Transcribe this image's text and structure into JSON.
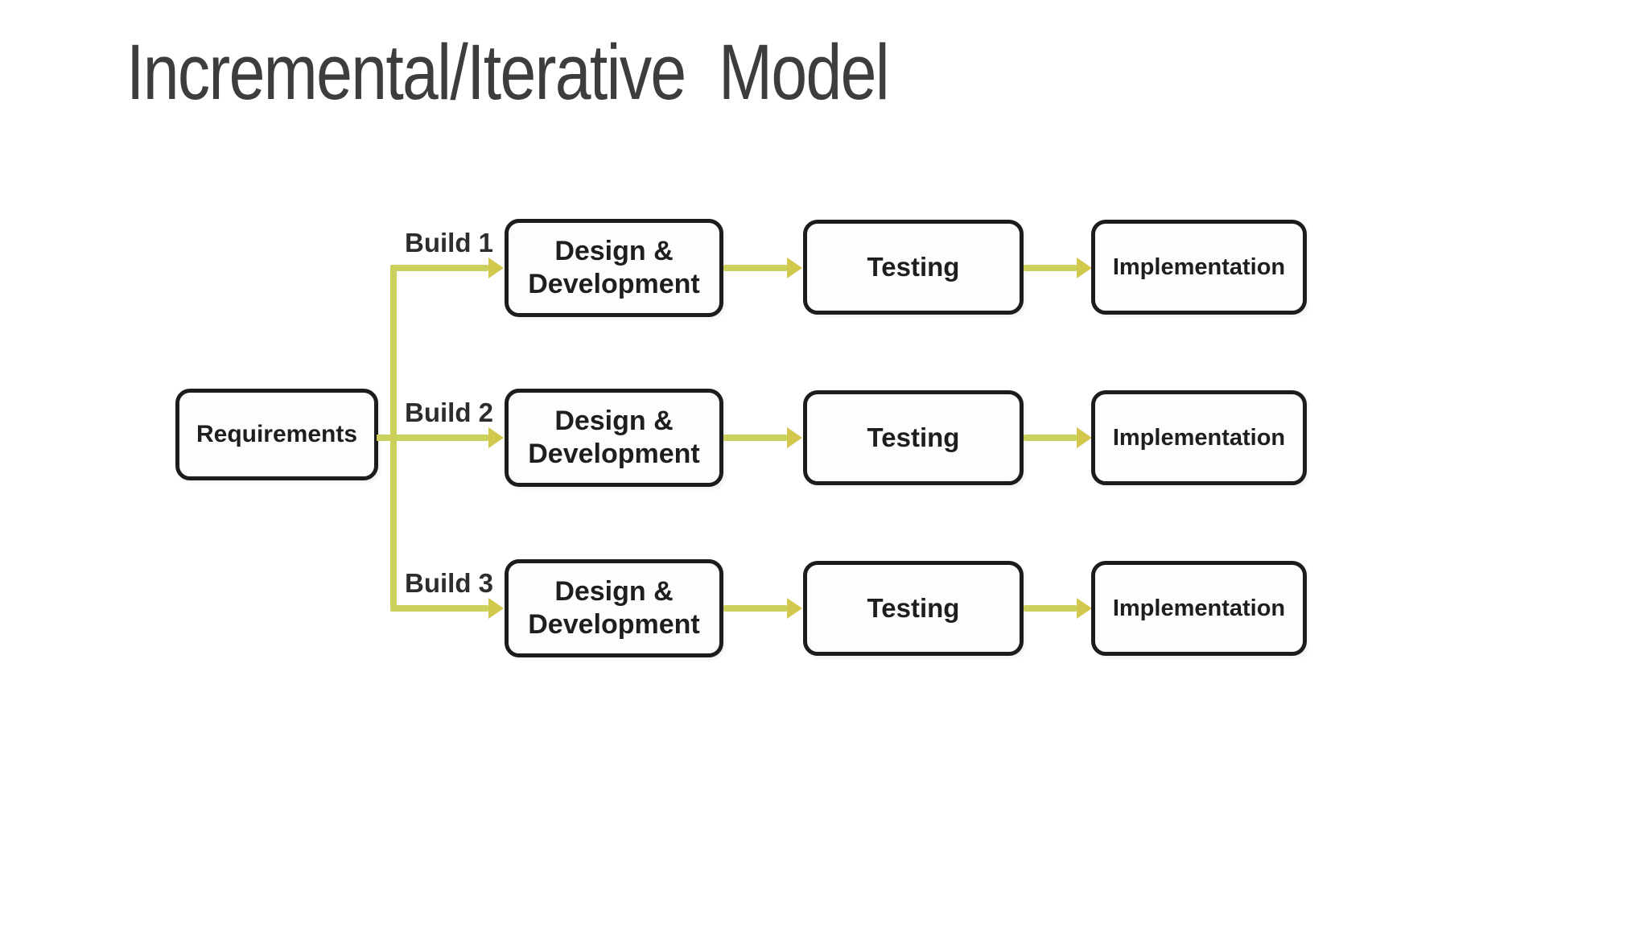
{
  "title": "Incremental/Iterative  Model",
  "diagram": {
    "requirements_label": "Requirements",
    "builds": [
      {
        "label": "Build 1",
        "stages": [
          "Design & Development",
          "Testing",
          "Implementation"
        ]
      },
      {
        "label": "Build 2",
        "stages": [
          "Design & Development",
          "Testing",
          "Implementation"
        ]
      },
      {
        "label": "Build 3",
        "stages": [
          "Design & Development",
          "Testing",
          "Implementation"
        ]
      }
    ]
  },
  "colors": {
    "arrow": "#ccd05c",
    "arrowhead": "#d2c84e",
    "box_border": "#1c1c1c",
    "box_fill": "#fdfdfd",
    "box_text": "#1e1e1e",
    "build_label_text": "#2d2d2d",
    "title_text": "#3d3d3d"
  }
}
